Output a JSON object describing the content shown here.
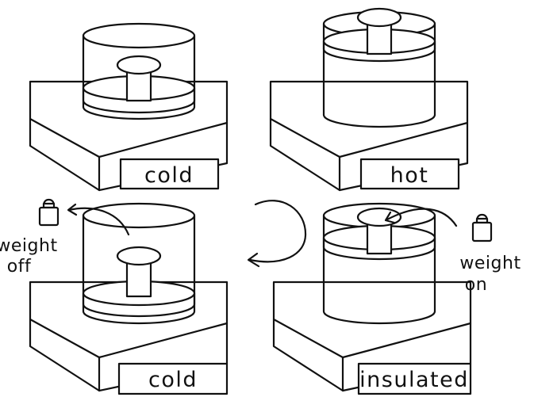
{
  "panels": [
    {
      "label": "cold"
    },
    {
      "label": "hot"
    },
    {
      "label": "cold"
    },
    {
      "label": "insulated"
    }
  ],
  "annotations": {
    "weight_off": [
      "weight",
      "off"
    ],
    "weight_on": [
      "weight",
      "on"
    ]
  }
}
